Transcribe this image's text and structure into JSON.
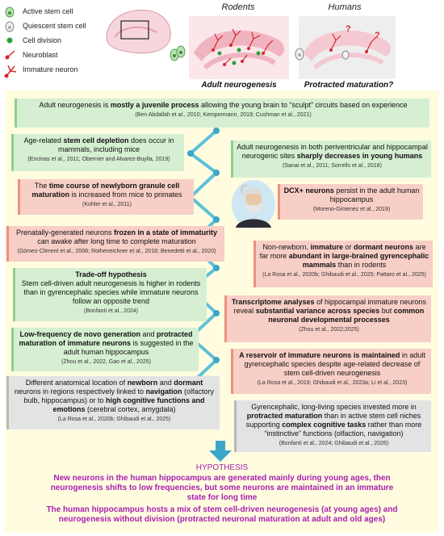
{
  "legend": {
    "active": "Active stem cell",
    "quiescent": "Quiescent stem cell",
    "division": "Cell division",
    "neuroblast": "Neuroblast",
    "immature": "Immature neuron"
  },
  "header": {
    "rodents_title": "Rodents",
    "humans_title": "Humans",
    "rodents_caption": "Adult neurogenesis",
    "humans_caption": "Protracted maturation?",
    "question_marks": "?"
  },
  "colors": {
    "panel_bg": "#fffce0",
    "green_box": "#d6efd2",
    "red_box": "#f8cfc6",
    "gray_box": "#e3e3e3",
    "connector": "#5fc0d8",
    "node": "#3aa6c8",
    "arrow": "#3aa6c8",
    "hypothesis": "#a81fb0"
  },
  "boxes": {
    "b1": {
      "pre": "Adult neurogenesis is ",
      "bold": "mostly a juvenile process",
      "post": " allowing the young brain to “sculpt” circuits based on experience",
      "ref": "(Ben Abdallah et al., 2010; Kempermann, 2019; Cushman et al., 2021)"
    },
    "b2": {
      "pre": "Age-related ",
      "bold": "stem cell depletion",
      "post": " does occur in mammals, including mice",
      "ref": "(Encinas et al., 2011; Obernier and Alvarez-Buylla, 2019)"
    },
    "b3": {
      "pre": "Adult neurogenesis in both periventricular and hippocampal neurogenic sites ",
      "bold": "sharply decreases in young humans",
      "post": "",
      "ref": "(Sanai et al., 2011; Sorrells et al., 2018)"
    },
    "b4": {
      "pre": "The ",
      "bold": "time course of newlyborn granule cell maturation",
      "post": " is increased from mice to primates",
      "ref": "(Kohler et al., 2011)"
    },
    "b5": {
      "pre": "",
      "bold": "DCX+ neurons",
      "post": " persist in the adult human hippocampus",
      "ref": "(Moreno-Gimenez et al., 2019)"
    },
    "b6": {
      "pre": "Prenatally-generated neurons ",
      "bold": "frozen in a state of immaturity",
      "post": " can awake after long time to complete maturation",
      "ref": "(Gómez-Climent et al., 2008; Rotheneichner et al., 2018; Benedetti et al., 2020)"
    },
    "b7": {
      "pre": "Non-newborn, ",
      "bold": "immature",
      "mid": " or ",
      "bold2": "dormant neurons",
      "post": " are far more ",
      "bold3": "abundant in large-brained gyrencephalic mammals",
      "post2": " than in rodents",
      "ref": "(La Rosa et al., 2020b; Ghibaudi et al., 2025; Pattaro et al., 2025)"
    },
    "b8": {
      "bold": "Trade-off hypothesis",
      "post": "Stem cell-driven adult neurogenesis is higher in rodents than in gyrencephalic species while immature neurons follow an opposite trend",
      "ref": "(Bonfanti et al., 2024)"
    },
    "b9": {
      "bold": "Transcriptome analyses",
      "post": " of hippocampal immature neurons reveal ",
      "bold2": "substantial variance across species",
      "post2": " but ",
      "bold3": "common neuronal developmental processes",
      "ref": "(Zhou et al., 2022;2025)"
    },
    "b10": {
      "bold": "Low-frequency de novo generation",
      "mid": " and ",
      "bold2": "protracted maturation of immature neurons",
      "post": " is suggested in the adult human hippocampus",
      "ref": "(Zhou et al., 2022, Gao et al., 2025)"
    },
    "b11": {
      "bold": "A reservoir of immature neurons is maintained",
      "post": " in adult gyrencephalic species despite age-related decrease of stem cell-driven neurogenesis",
      "ref": "(La Rosa et al., 2019; Ghibaudi et al., 2023a; Li et al., 2023)"
    },
    "b12": {
      "pre": "Different anatomical location of ",
      "bold": "newborn",
      "mid": " and ",
      "bold2": "dormant",
      "post": " neurons in regions respectively linked to ",
      "bold3": "navigation",
      "post2": " (olfactory bulb, hippocampus) or to ",
      "bold4": "high cognitive functions and emotions",
      "post3": " (cerebral cortex, amygdala)",
      "ref": "(La Rosa et al., 2020b; Ghibaudi et al., 2025)"
    },
    "b13": {
      "pre": "Gyrencephalic, long-living species invested more in ",
      "bold": "protracted maturation",
      "mid": " than in active stem cell niches supporting ",
      "bold2": "complex cognitive tasks",
      "post": " rather than more “instinctive” functions (olfaction, navigation)",
      "ref": "(Bonfanti et al., 2024; Ghibaudi et al., 2026)"
    }
  },
  "hypothesis": {
    "title": "HYPOTHESIS",
    "p1": "New neurons in the human hippocampus are generated mainly during young ages, then neurogenesis shifts to low frequencies, but some neurons are maintained in an immature state for long time",
    "p2": "The human hippocampus hosts a mix of stem cell-driven neurogenesis (at young ages) and neurogenesis without division (protracted neuronal maturation at adult and old ages)"
  }
}
